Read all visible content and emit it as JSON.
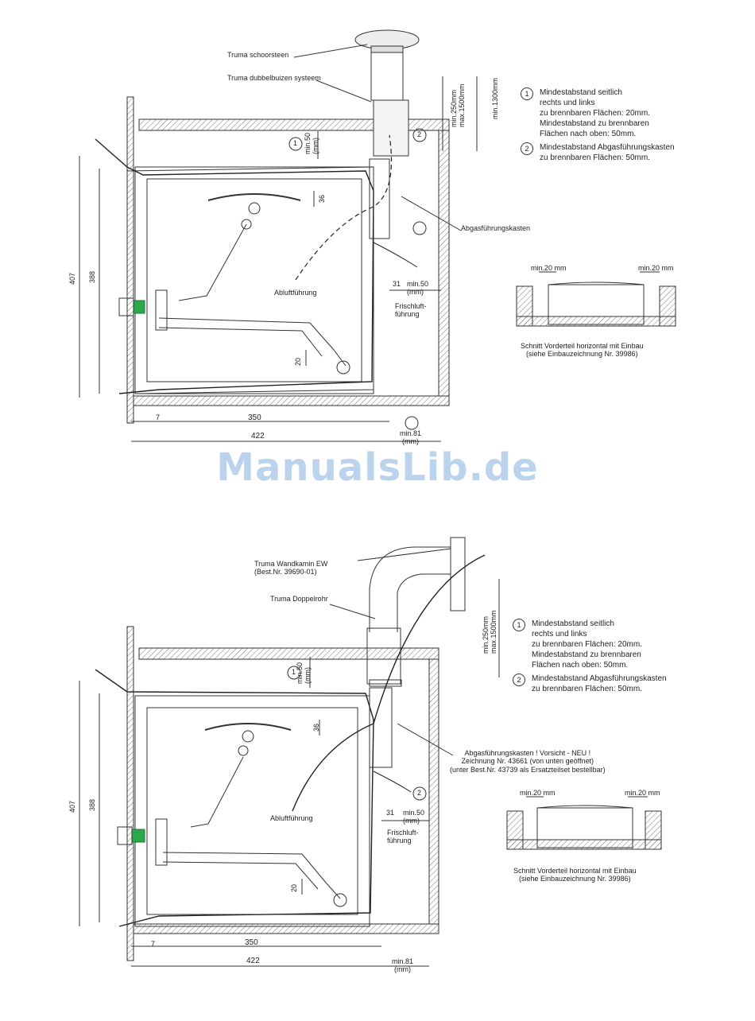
{
  "top": {
    "labels": {
      "cowl": "Truma schoorsteen",
      "pipe": "Truma dubbelbuizen systeem",
      "box": "Abgasführungskasten",
      "exhaust": "Abluftführung",
      "fresh": "Frischluft-\nführung",
      "dim_min250": "min.250mm\nmax.1500mm",
      "dim_1300": "min.1300mm",
      "dim_50": "min.50\n(mm)",
      "dim_36": "36",
      "dim_31": "31",
      "dim_min50": "min.50\n(mm)",
      "dim_20": "20",
      "dim_407": "407",
      "dim_388": "388",
      "dim_350": "350",
      "dim_422": "422",
      "dim_7": "7",
      "dim_min81": "min.81\n(mm)",
      "circ1": "1",
      "circ2": "2"
    },
    "notes": [
      {
        "num": "1",
        "text": "Mindestabstand seitlich\nrechts und links\nzu brennbaren Flächen: 20mm.\nMindestabstand zu brennbaren\nFlächen nach oben: 50mm."
      },
      {
        "num": "2",
        "text": "Mindestabstand Abgasführungskasten\nzu brennbaren Flächen: 50mm."
      }
    ],
    "section": {
      "dim_left": "min.20 mm",
      "dim_right": "min.20 mm",
      "caption": "Schnitt Vorderteil horizontal mit Einbau\n(siehe Einbauzeichnung Nr. 39986)"
    }
  },
  "watermark": "ManualsLib.de",
  "bottom": {
    "labels": {
      "cowl": "Truma Wandkamin EW\n(Best.Nr. 39690-01)",
      "pipe": "Truma Doppelrohr",
      "box": "Abgasführungskasten ! Vorsicht - NEU !\nZeichnung Nr. 43661 (von unten geöffnet)\n(unter Best.Nr. 43739 als Ersatzteilset bestellbar)",
      "exhaust": "Abluftführung",
      "fresh": "Frischluft-\nführung",
      "dim_min250": "min.250mm\nmax.1500mm",
      "dim_50": "min.50\n(mm)",
      "dim_36": "36",
      "dim_31": "31",
      "dim_min50": "min.50\n(mm)",
      "dim_20": "20",
      "dim_407": "407",
      "dim_388": "388",
      "dim_350": "350",
      "dim_422": "422",
      "dim_7": "7",
      "dim_min81": "min.81\n(mm)",
      "circ1": "1",
      "circ2": "2"
    },
    "notes": [
      {
        "num": "1",
        "text": "Mindestabstand seitlich\nrechts und links\nzu brennbaren Flächen: 20mm.\nMindestabstand zu brennbaren\nFlächen nach oben: 50mm."
      },
      {
        "num": "2",
        "text": "Mindestabstand Abgasführungskasten\nzu brennbaren Flächen: 50mm."
      }
    ],
    "section": {
      "dim_left": "min.20 mm",
      "dim_right": "min.20 mm",
      "caption": "Schnitt Vorderteil horizontal mit Einbau\n(siehe Einbauzeichnung Nr. 39986)"
    }
  },
  "colors": {
    "line": "#333333",
    "hatch": "#888888",
    "valve": "#2aa84a",
    "watermark": "#bcd3ee"
  }
}
